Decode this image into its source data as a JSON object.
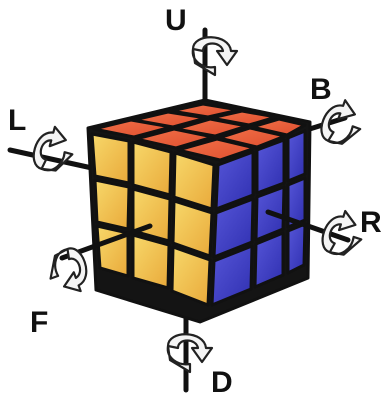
{
  "labels": {
    "up": "U",
    "down": "D",
    "left": "L",
    "right": "R",
    "front": "F",
    "back": "B"
  },
  "colors": {
    "top_face": "#e8603a",
    "front_face": "#f2c24a",
    "right_face": "#4545c8",
    "sticker_border": "#111111",
    "axis": "#111111",
    "arrow_fill": "#f4f4f4",
    "arrow_stroke": "#222222"
  },
  "icons": [
    "rotation-arrow-icon"
  ]
}
